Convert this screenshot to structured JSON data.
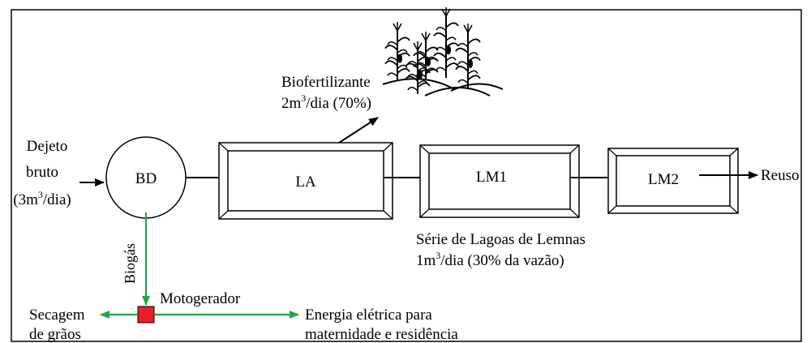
{
  "colors": {
    "ink": "#000000",
    "biogas_flow": "#22a64a",
    "generator": "#e8202a"
  },
  "input": {
    "line1": "Dejeto",
    "line2": "bruto",
    "flow_prefix": "(3m",
    "flow_sup": "3",
    "flow_suffix": "/dia)"
  },
  "digester": {
    "label": "BD"
  },
  "lagoons": {
    "la": "LA",
    "lm1": "LM1",
    "lm2": "LM2"
  },
  "output": {
    "label": "Reuso"
  },
  "biofertilizer": {
    "label": "Biofertilizante",
    "flow_prefix": "2m",
    "flow_sup": "3",
    "flow_suffix": "/dia (70%)"
  },
  "crop": {
    "icon": "corn-plants-icon"
  },
  "lemna_series": {
    "line1": "Série de Lagoas de Lemnas",
    "flow_prefix": "1m",
    "flow_sup": "3",
    "flow_suffix": "/dia (30% da vazão)"
  },
  "biogas": {
    "label": "Biogás"
  },
  "generator": {
    "label": "Motogerador"
  },
  "drying": {
    "line1": "Secagem",
    "line2": "de grãos"
  },
  "electricity": {
    "line1": "Energia elétrica para",
    "line2": "maternidade e residência"
  }
}
